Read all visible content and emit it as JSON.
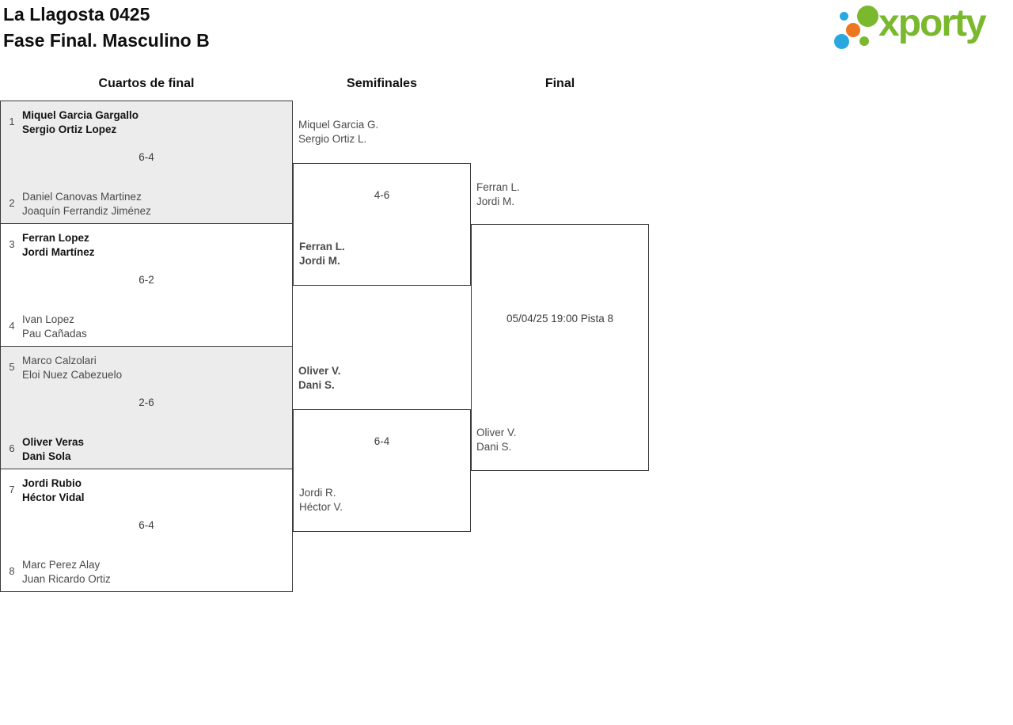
{
  "page": {
    "title_line1": "La Llagosta 0425",
    "title_line2": "Fase Final. Masculino B"
  },
  "logo": {
    "brand": "xporty",
    "colors": {
      "green": "#7ab82d",
      "blue": "#29a8e0",
      "orange": "#ed7621"
    },
    "dots": [
      "blue-small",
      "green-large",
      "orange-medium",
      "blue-medium",
      "green-small"
    ]
  },
  "bracket": {
    "round_labels": [
      "Cuartos de final",
      "Semifinales",
      "Final"
    ],
    "alt_row_fill": "#ececec",
    "quarterfinals": [
      {
        "seed_top": "1",
        "team_top": [
          "Miquel Garcia Gargallo",
          "Sergio Ortiz Lopez"
        ],
        "top_winner": true,
        "score": "6-4",
        "seed_bottom": "2",
        "team_bottom": [
          "Daniel Canovas Martinez",
          "Joaquín Ferrandiz Jiménez"
        ],
        "bottom_winner": false
      },
      {
        "seed_top": "3",
        "team_top": [
          "Ferran Lopez",
          "Jordi Martínez"
        ],
        "top_winner": true,
        "score": "6-2",
        "seed_bottom": "4",
        "team_bottom": [
          "Ivan Lopez",
          "Pau Cañadas"
        ],
        "bottom_winner": false
      },
      {
        "seed_top": "5",
        "team_top": [
          "Marco Calzolari",
          "Eloi Nuez Cabezuelo"
        ],
        "top_winner": false,
        "score": "2-6",
        "seed_bottom": "6",
        "team_bottom": [
          "Oliver Veras",
          "Dani Sola"
        ],
        "bottom_winner": true
      },
      {
        "seed_top": "7",
        "team_top": [
          "Jordi Rubio",
          "Héctor Vidal"
        ],
        "top_winner": true,
        "score": "6-4",
        "seed_bottom": "8",
        "team_bottom": [
          "Marc Perez Alay",
          "Juan Ricardo Ortiz"
        ],
        "bottom_winner": false
      }
    ],
    "semifinals": [
      {
        "team_top": [
          "Miquel Garcia G.",
          "Sergio Ortiz L."
        ],
        "top_winner": false,
        "score": "4-6",
        "team_bottom": [
          "Ferran L.",
          "Jordi M."
        ],
        "bottom_winner": true
      },
      {
        "team_top": [
          "Oliver V.",
          "Dani S."
        ],
        "top_winner": true,
        "score": "6-4",
        "team_bottom": [
          "Jordi R.",
          "Héctor V."
        ],
        "bottom_winner": false
      }
    ],
    "final": {
      "team_top": [
        "Ferran L.",
        "Jordi M."
      ],
      "schedule": "05/04/25 19:00 Pista 8",
      "team_bottom": [
        "Oliver V.",
        "Dani S."
      ]
    }
  }
}
